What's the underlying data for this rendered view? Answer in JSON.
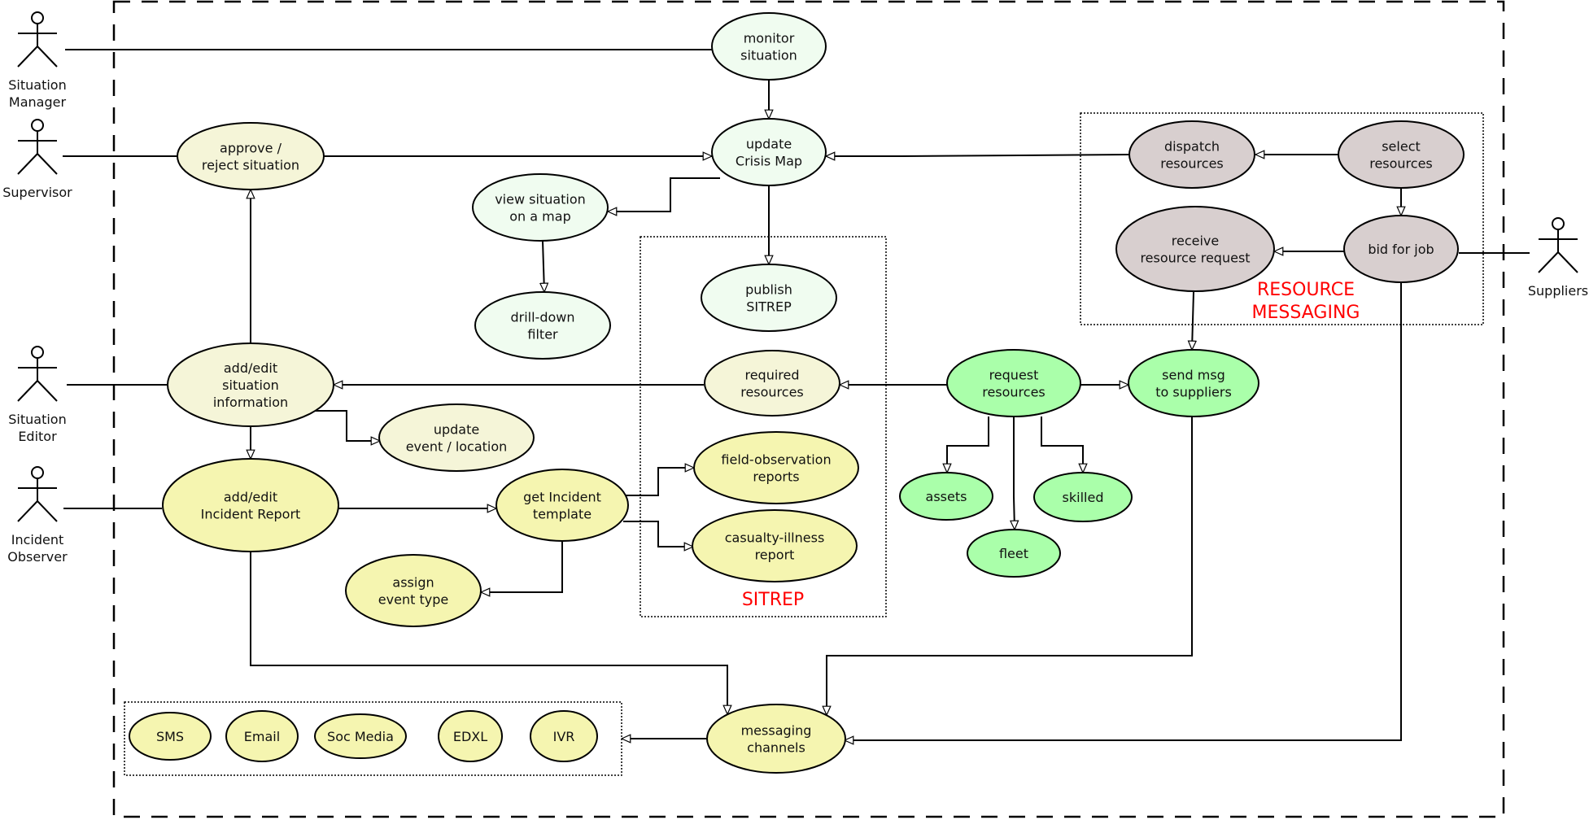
{
  "palette": {
    "pale_green": "#f0fcf0",
    "pale_yellow": "#f5f5d8",
    "yellow": "#f5f5b0",
    "green": "#aaffaa",
    "grey": "#d8cfcf",
    "group_label": "#ff0000"
  },
  "actors": [
    {
      "id": "situation-manager",
      "lines": [
        "Situation",
        "Manager"
      ]
    },
    {
      "id": "supervisor",
      "lines": [
        "Supervisor"
      ]
    },
    {
      "id": "situation-editor",
      "lines": [
        "Situation",
        "Editor"
      ]
    },
    {
      "id": "incident-observer",
      "lines": [
        "Incident",
        "Observer"
      ]
    },
    {
      "id": "suppliers",
      "lines": [
        "Suppliers"
      ]
    }
  ],
  "groups": [
    {
      "id": "sitrep",
      "label_lines": [
        "SITREP"
      ]
    },
    {
      "id": "resource-messaging",
      "label_lines": [
        "RESOURCE",
        "MESSAGING"
      ]
    },
    {
      "id": "channels",
      "label_lines": []
    }
  ],
  "use_cases": [
    {
      "id": "monitor-situation",
      "lines": [
        "monitor",
        "situation"
      ],
      "color": "pale_green"
    },
    {
      "id": "update-crisis-map",
      "lines": [
        "update",
        "Crisis Map"
      ],
      "color": "pale_green"
    },
    {
      "id": "approve-reject-situation",
      "lines": [
        "approve /",
        "reject situation"
      ],
      "color": "pale_yellow"
    },
    {
      "id": "view-situation-on-map",
      "lines": [
        "view situation",
        "on a map"
      ],
      "color": "pale_green"
    },
    {
      "id": "drill-down-filter",
      "lines": [
        "drill-down",
        "filter"
      ],
      "color": "pale_green"
    },
    {
      "id": "publish-sitrep",
      "lines": [
        "publish",
        "SITREP"
      ],
      "color": "pale_green"
    },
    {
      "id": "required-resources",
      "lines": [
        "required",
        "resources"
      ],
      "color": "pale_yellow"
    },
    {
      "id": "add-edit-situation-information",
      "lines": [
        "add/edit",
        "situation",
        "information"
      ],
      "color": "pale_yellow"
    },
    {
      "id": "update-event-location",
      "lines": [
        "update",
        "event / location"
      ],
      "color": "pale_yellow"
    },
    {
      "id": "add-edit-incident-report",
      "lines": [
        "add/edit",
        "Incident Report"
      ],
      "color": "yellow"
    },
    {
      "id": "get-incident-template",
      "lines": [
        "get Incident",
        "template"
      ],
      "color": "yellow"
    },
    {
      "id": "field-observation-reports",
      "lines": [
        "field-observation",
        "reports"
      ],
      "color": "yellow"
    },
    {
      "id": "casualty-illness-report",
      "lines": [
        "casualty-illness",
        "report"
      ],
      "color": "yellow"
    },
    {
      "id": "assign-event-type",
      "lines": [
        "assign",
        "event type"
      ],
      "color": "yellow"
    },
    {
      "id": "request-resources",
      "lines": [
        "request",
        "resources"
      ],
      "color": "green"
    },
    {
      "id": "send-msg-to-suppliers",
      "lines": [
        "send msg",
        "to suppliers"
      ],
      "color": "green"
    },
    {
      "id": "assets",
      "lines": [
        "assets"
      ],
      "color": "green"
    },
    {
      "id": "fleet",
      "lines": [
        "fleet"
      ],
      "color": "green"
    },
    {
      "id": "skilled",
      "lines": [
        "skilled"
      ],
      "color": "green"
    },
    {
      "id": "dispatch-resources",
      "lines": [
        "dispatch",
        "resources"
      ],
      "color": "grey"
    },
    {
      "id": "select-resources",
      "lines": [
        "select",
        "resources"
      ],
      "color": "grey"
    },
    {
      "id": "receive-resource-request",
      "lines": [
        "receive",
        "resource request"
      ],
      "color": "grey"
    },
    {
      "id": "bid-for-job",
      "lines": [
        "bid for job"
      ],
      "color": "grey"
    },
    {
      "id": "messaging-channels",
      "lines": [
        "messaging",
        "channels"
      ],
      "color": "yellow"
    },
    {
      "id": "sms",
      "lines": [
        "SMS"
      ],
      "color": "yellow"
    },
    {
      "id": "email",
      "lines": [
        "Email"
      ],
      "color": "yellow"
    },
    {
      "id": "soc-media",
      "lines": [
        "Soc Media"
      ],
      "color": "yellow"
    },
    {
      "id": "edxl",
      "lines": [
        "EDXL"
      ],
      "color": "yellow"
    },
    {
      "id": "ivr",
      "lines": [
        "IVR"
      ],
      "color": "yellow"
    }
  ],
  "relations": [
    {
      "from": "situation-manager",
      "to": "monitor-situation",
      "type": "association"
    },
    {
      "from": "supervisor",
      "to": "approve-reject-situation",
      "type": "association"
    },
    {
      "from": "situation-editor",
      "to": "add-edit-situation-information",
      "type": "association"
    },
    {
      "from": "incident-observer",
      "to": "add-edit-incident-report",
      "type": "association"
    },
    {
      "from": "suppliers",
      "to": "bid-for-job",
      "type": "association"
    },
    {
      "from": "monitor-situation",
      "to": "update-crisis-map",
      "type": "generalization"
    },
    {
      "from": "approve-reject-situation",
      "to": "update-crisis-map",
      "type": "generalization"
    },
    {
      "from": "dispatch-resources",
      "to": "update-crisis-map",
      "type": "generalization"
    },
    {
      "from": "update-crisis-map",
      "to": "view-situation-on-map",
      "type": "generalization"
    },
    {
      "from": "update-crisis-map",
      "to": "publish-sitrep",
      "type": "generalization"
    },
    {
      "from": "view-situation-on-map",
      "to": "drill-down-filter",
      "type": "generalization"
    },
    {
      "from": "add-edit-situation-information",
      "to": "approve-reject-situation",
      "type": "generalization"
    },
    {
      "from": "required-resources",
      "to": "add-edit-situation-information",
      "type": "generalization"
    },
    {
      "from": "add-edit-situation-information",
      "to": "update-event-location",
      "type": "generalization"
    },
    {
      "from": "add-edit-situation-information",
      "to": "add-edit-incident-report",
      "type": "generalization"
    },
    {
      "from": "add-edit-incident-report",
      "to": "get-incident-template",
      "type": "generalization"
    },
    {
      "from": "get-incident-template",
      "to": "field-observation-reports",
      "type": "generalization"
    },
    {
      "from": "get-incident-template",
      "to": "casualty-illness-report",
      "type": "generalization"
    },
    {
      "from": "get-incident-template",
      "to": "assign-event-type",
      "type": "generalization"
    },
    {
      "from": "request-resources",
      "to": "required-resources",
      "type": "generalization"
    },
    {
      "from": "request-resources",
      "to": "send-msg-to-suppliers",
      "type": "generalization"
    },
    {
      "from": "request-resources",
      "to": "assets",
      "type": "generalization"
    },
    {
      "from": "request-resources",
      "to": "fleet",
      "type": "generalization"
    },
    {
      "from": "request-resources",
      "to": "skilled",
      "type": "generalization"
    },
    {
      "from": "select-resources",
      "to": "dispatch-resources",
      "type": "generalization"
    },
    {
      "from": "select-resources",
      "to": "bid-for-job",
      "type": "generalization"
    },
    {
      "from": "bid-for-job",
      "to": "receive-resource-request",
      "type": "generalization"
    },
    {
      "from": "receive-resource-request",
      "to": "send-msg-to-suppliers",
      "type": "generalization"
    },
    {
      "from": "add-edit-incident-report",
      "to": "messaging-channels",
      "type": "generalization"
    },
    {
      "from": "send-msg-to-suppliers",
      "to": "messaging-channels",
      "type": "generalization"
    },
    {
      "from": "bid-for-job",
      "to": "messaging-channels",
      "type": "generalization"
    },
    {
      "from": "messaging-channels",
      "to": "channels",
      "type": "generalization"
    }
  ]
}
